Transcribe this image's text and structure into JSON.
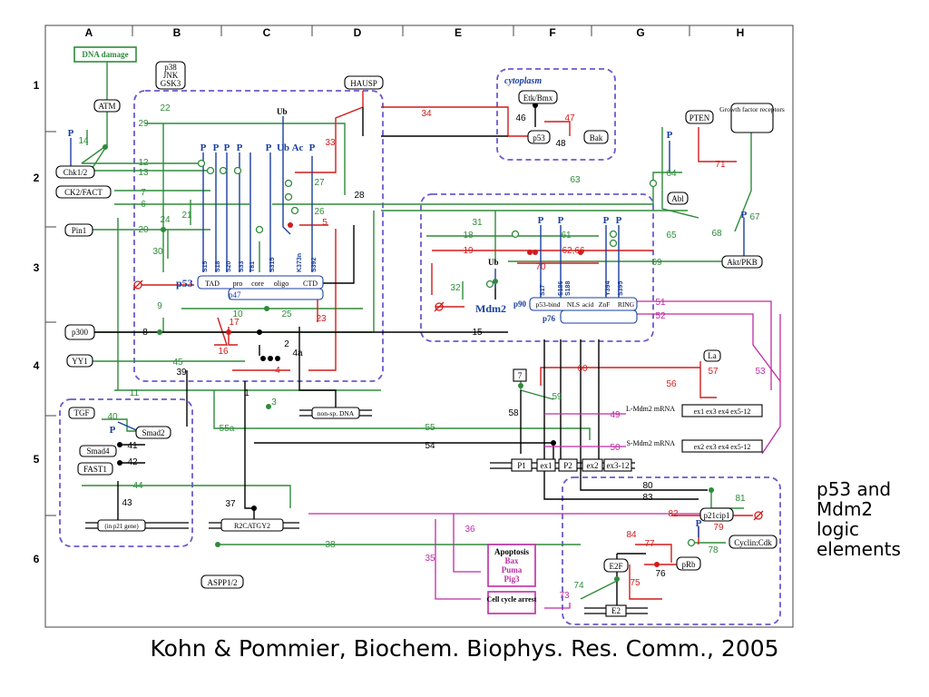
{
  "grid": {
    "columns": [
      "A",
      "B",
      "C",
      "D",
      "E",
      "F",
      "G",
      "H"
    ],
    "rows": [
      "1",
      "2",
      "3",
      "4",
      "5",
      "6"
    ]
  },
  "nodes": {
    "dna_damage": "DNA damage",
    "p38": "p38",
    "jnk": "JNK",
    "gsk3": "GSK3",
    "atm": "ATM",
    "chk12": "Chk1/2",
    "ck2fact": "CK2/FACT",
    "pin1": "Pin1",
    "p300": "p300",
    "yy1": "YY1",
    "hausp": "HAUSP",
    "cytoplasm": "cytoplasm",
    "etk_bmx": "Etk/Bmx",
    "p53_cyt": "p53",
    "bak": "Bak",
    "pten": "PTEN",
    "growth_factor": "Growth factor receptors",
    "abl": "Abl",
    "akt": "Akt/PKB",
    "p53": "p53",
    "p47": "p47",
    "mdm2": "Mdm2",
    "p90": "p90",
    "p76": "p76",
    "ub": "Ub",
    "ubn": "Ub",
    "la": "La",
    "tgf": "TGF",
    "smad2": "Smad2",
    "smad4": "Smad4",
    "fast1": "FAST1",
    "p21_gene": "(in p21 gene)",
    "r2catgy": "R2CATGY2",
    "aspp": "ASPP1/2",
    "nonsp_dna": "non-sp. DNA",
    "seven": "7",
    "p1": "P1",
    "ex1": "ex1",
    "p2": "P2",
    "ex2": "ex2",
    "ex3_12": "ex3-12",
    "l_mdm2": "L-Mdm2 mRNA",
    "s_mdm2": "S-Mdm2 mRNA",
    "l_exons": "ex1 ex3 ex4 ex5-12",
    "s_exons": "ex2 ex3 ex4 ex5-12",
    "apoptosis": "Apoptosis",
    "bax": "Bax",
    "puma": "Puma",
    "pig3": "Pig3",
    "cell_cycle": "Cell cycle arrest",
    "p21cip1": "p21cip1",
    "cyclin_cdk": "Cyclin:Cdk",
    "e2f": "E2F",
    "prb": "pRb",
    "e2": "E2"
  },
  "p53_domains": [
    "TAD",
    "pro",
    "core",
    "oligo",
    "CTD"
  ],
  "mdm2_domains": [
    "p53-bind",
    "NLS",
    "acid",
    "ZnF",
    "RING"
  ],
  "p53_sites": [
    "S15",
    "S18",
    "S20",
    "S33",
    "T81",
    "S315",
    "K373n",
    "S392"
  ],
  "mdm2_sites": [
    "S17",
    "S186",
    "S188",
    "Y394",
    "S395"
  ],
  "interaction_numbers": [
    "1",
    "2",
    "3",
    "4",
    "4a",
    "5",
    "6",
    "7",
    "8",
    "9",
    "10",
    "11",
    "12",
    "13",
    "14",
    "15",
    "16",
    "17",
    "18",
    "19",
    "20",
    "21",
    "22",
    "23",
    "24",
    "25",
    "26",
    "27",
    "28",
    "29",
    "30",
    "31",
    "32",
    "33",
    "34",
    "35",
    "36",
    "37",
    "38",
    "39",
    "40",
    "41",
    "42",
    "43",
    "44",
    "45",
    "46",
    "47",
    "48",
    "49",
    "50",
    "51",
    "52",
    "53",
    "54",
    "55",
    "55a",
    "56",
    "57",
    "58",
    "59",
    "60",
    "61",
    "62,66",
    "63",
    "64",
    "65",
    "67",
    "68",
    "69",
    "70",
    "71",
    "73",
    "74",
    "75",
    "76",
    "77",
    "78",
    "79",
    "80",
    "81",
    "82",
    "83",
    "84"
  ],
  "side_label": "p53 and\nMdm2\nlogic\nelements",
  "citation": "Kohn & Pommier, Biochem. Biophys. Res. Comm., 2005",
  "colors": {
    "activation": "#2e8b3a",
    "inhibition": "#d21c1c",
    "binding": "#000000",
    "transcription": "#c02ba4",
    "phosphorylation": "#1a3fa0",
    "compartment": "#6a5acd"
  }
}
